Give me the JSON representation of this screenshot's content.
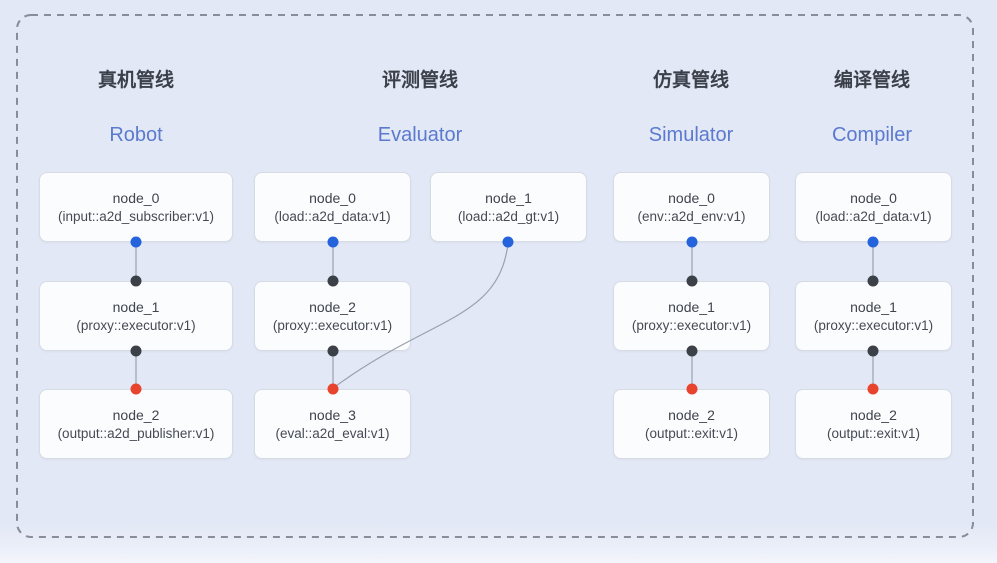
{
  "colors": {
    "background": "#e3e8f6",
    "dashed_border": "#878d99",
    "box_background": "#fbfcfe",
    "box_border": "#d7dbe4",
    "title_text": "#3b404a",
    "subtitle_text": "#5b7ace",
    "node_text": "#3f444d",
    "edge": "#9aa1ac",
    "port_blue": "#2563dd",
    "port_black": "#3c4147",
    "port_red": "#e8432d"
  },
  "pipelines": [
    {
      "title": "真机管线",
      "subtitle": "Robot",
      "nodes": [
        {
          "name": "node_0",
          "type": "(input::a2d_subscriber:v1)"
        },
        {
          "name": "node_1",
          "type": "(proxy::executor:v1)"
        },
        {
          "name": "node_2",
          "type": "(output::a2d_publisher:v1)"
        }
      ]
    },
    {
      "title": "评测管线",
      "subtitle": "Evaluator",
      "nodes": [
        {
          "name": "node_0",
          "type": "(load::a2d_data:v1)"
        },
        {
          "name": "node_1",
          "type": "(load::a2d_gt:v1)"
        },
        {
          "name": "node_2",
          "type": "(proxy::executor:v1)"
        },
        {
          "name": "node_3",
          "type": "(eval::a2d_eval:v1)"
        }
      ]
    },
    {
      "title": "仿真管线",
      "subtitle": "Simulator",
      "nodes": [
        {
          "name": "node_0",
          "type": "(env::a2d_env:v1)"
        },
        {
          "name": "node_1",
          "type": "(proxy::executor:v1)"
        },
        {
          "name": "node_2",
          "type": "(output::exit:v1)"
        }
      ]
    },
    {
      "title": "编译管线",
      "subtitle": "Compiler",
      "nodes": [
        {
          "name": "node_0",
          "type": "(load::a2d_data:v1)"
        },
        {
          "name": "node_1",
          "type": "(proxy::executor:v1)"
        },
        {
          "name": "node_2",
          "type": "(output::exit:v1)"
        }
      ]
    }
  ]
}
